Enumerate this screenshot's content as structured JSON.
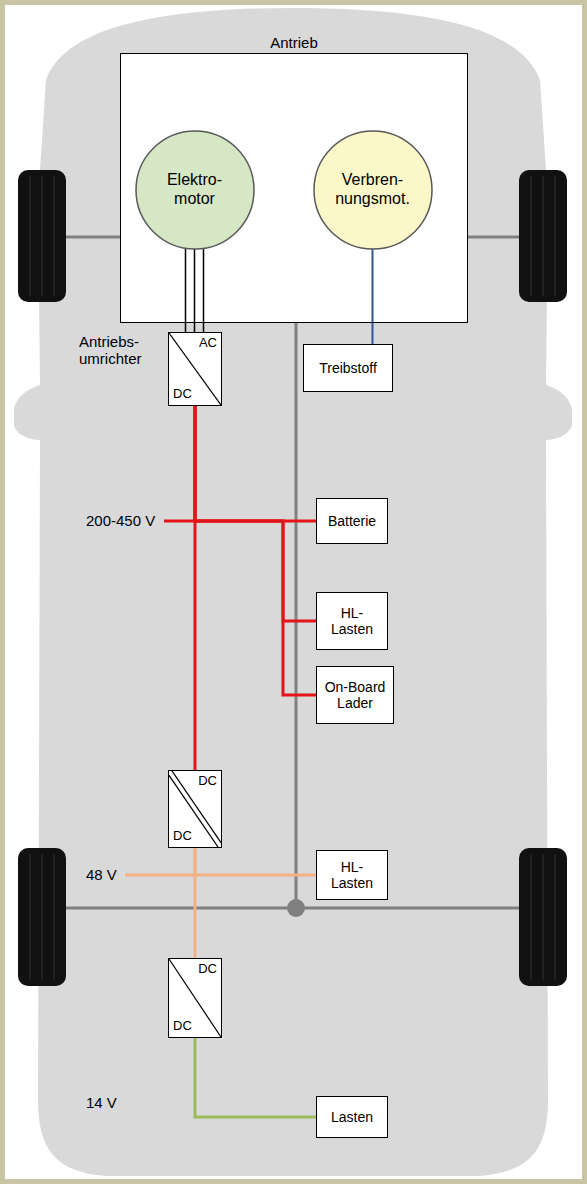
{
  "diagram": {
    "nodes": [
      {
        "text": [
          "Antrieb"
        ]
      },
      {
        "text": [
          "Elektro- motor"
        ],
        "in": 0
      },
      {
        "text": [
          "Verbren- nungsmot."
        ],
        "in": 0
      },
      {
        "text": [
          "Antriebs- umrichter",
          "AC",
          "DC"
        ]
      },
      {
        "text": [
          "Treibstoff"
        ]
      },
      {
        "text": [
          "Batterie"
        ]
      },
      {
        "text": [
          "HL- Lasten"
        ]
      },
      {
        "text": [
          "On-Board Lader"
        ]
      },
      {
        "text": [
          "DC",
          "DC"
        ]
      },
      {
        "text": [
          "HL- Lasten"
        ]
      },
      {
        "text": [
          "DC",
          "DC"
        ]
      },
      {
        "text": [
          "Lasten"
        ]
      }
    ],
    "edges": [
      {
        "from": 1,
        "to": 3,
        "arrow": "none"
      },
      {
        "from": 2,
        "to": 4,
        "arrow": "none"
      },
      {
        "from": 3,
        "to": 8,
        "arrow": "none"
      },
      {
        "from": 3,
        "to": 5,
        "arrow": "none"
      },
      {
        "from": 3,
        "to": 6,
        "arrow": "none"
      },
      {
        "from": 3,
        "to": 7,
        "arrow": "none"
      },
      {
        "from": 8,
        "to": 10,
        "arrow": "none"
      },
      {
        "from": 8,
        "to": 9,
        "arrow": "none"
      },
      {
        "from": 10,
        "to": 11,
        "arrow": "none"
      }
    ],
    "labels": [
      "200-450 V",
      "48 V",
      "14 V"
    ]
  }
}
